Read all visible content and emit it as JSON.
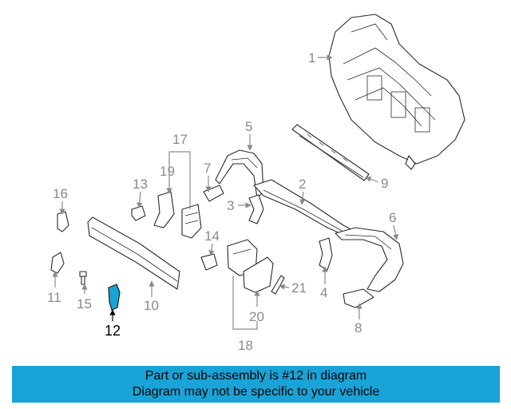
{
  "diagram": {
    "labels": [
      "1",
      "2",
      "3",
      "4",
      "5",
      "6",
      "7",
      "8",
      "9",
      "10",
      "11",
      "12",
      "13",
      "14",
      "15",
      "16",
      "17",
      "18",
      "19",
      "20",
      "21"
    ],
    "highlighted_part": "12",
    "colors": {
      "highlight": "#1aa3d6",
      "label": "#8a8a8a",
      "line": "#2a2a2a"
    }
  },
  "banner": {
    "line1": "Part or sub-assembly is #12 in diagram",
    "line2": "Diagram may not be specific to your vehicle"
  }
}
